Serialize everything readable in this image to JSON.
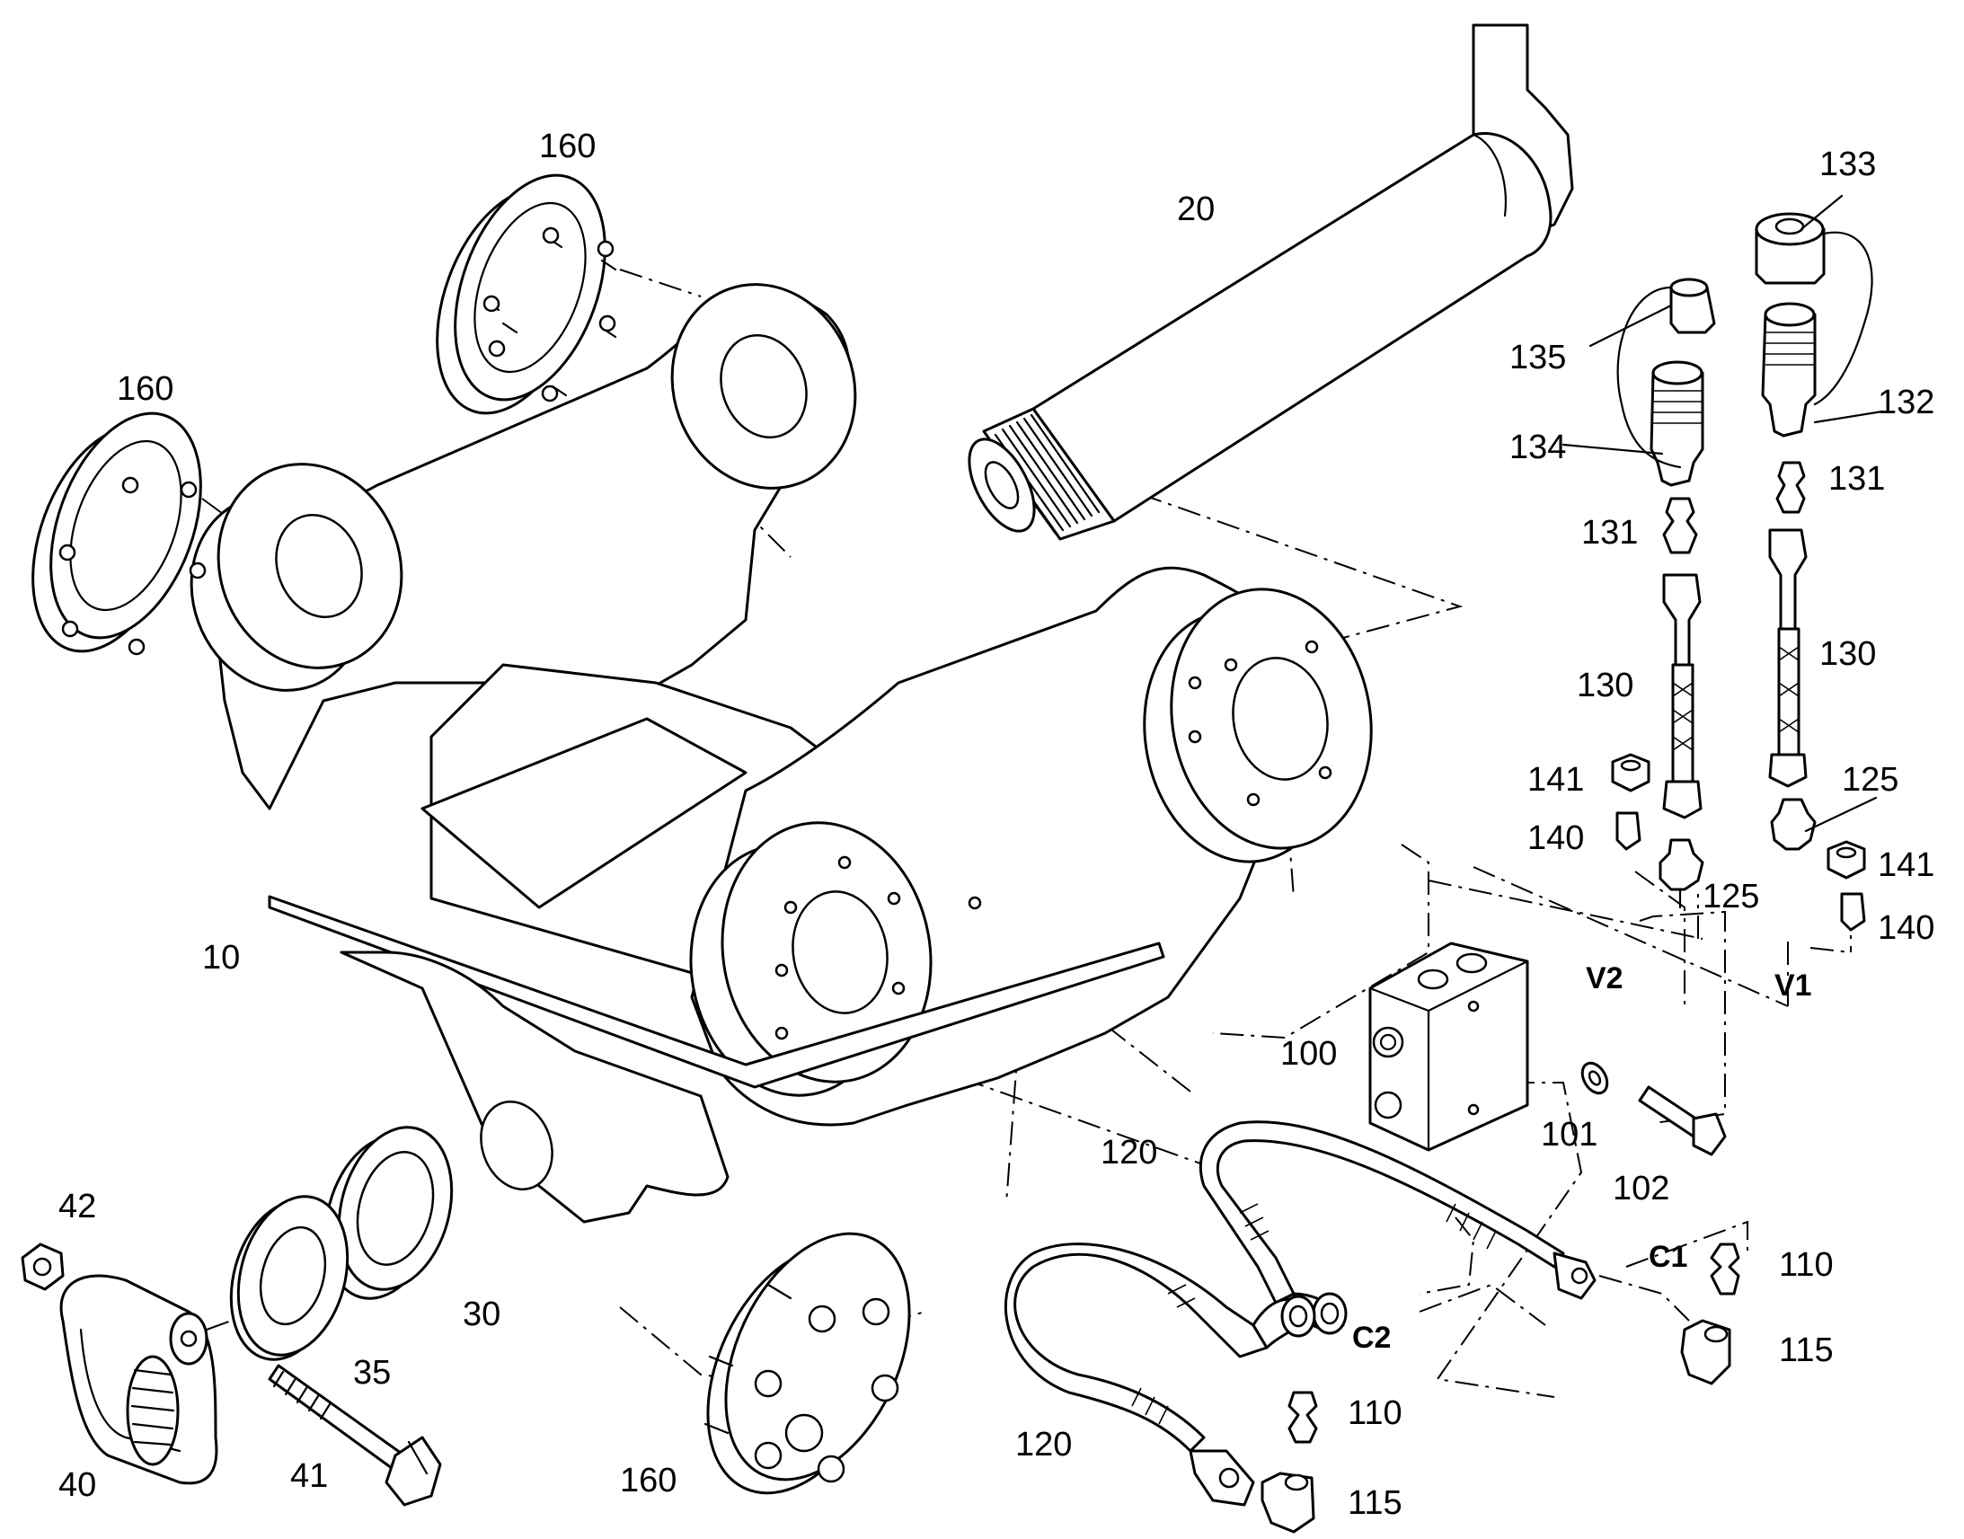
{
  "labels": {
    "frame": "10",
    "pin": "20",
    "bushing_30": "30",
    "washer_35": "35",
    "clamp": "40",
    "bolt_41": "41",
    "nut_42": "42",
    "valve_block": "100",
    "seal_washer": "101",
    "bolt_102": "102",
    "adapter_c1": "110",
    "adapter_c2": "110",
    "elbow_c1": "115",
    "elbow_c2": "115",
    "hose_120_upper": "120",
    "hose_120_lower": "120",
    "adapter_125_left": "125",
    "adapter_125_right": "125",
    "hose_130_left": "130",
    "hose_130_right": "130",
    "nipple_131_left": "131",
    "nipple_131_right": "131",
    "coupler_132": "132",
    "cap_133": "133",
    "coupler_134": "134",
    "cap_135": "135",
    "plug_140_left": "140",
    "plug_140_right": "140",
    "nut_141_left": "141",
    "nut_141_right": "141",
    "flange_160_top": "160",
    "flange_160_left": "160",
    "flange_160_bottom": "160"
  },
  "ports": {
    "v1": "V1",
    "v2": "V2",
    "c1": "C1",
    "c2": "C2"
  }
}
